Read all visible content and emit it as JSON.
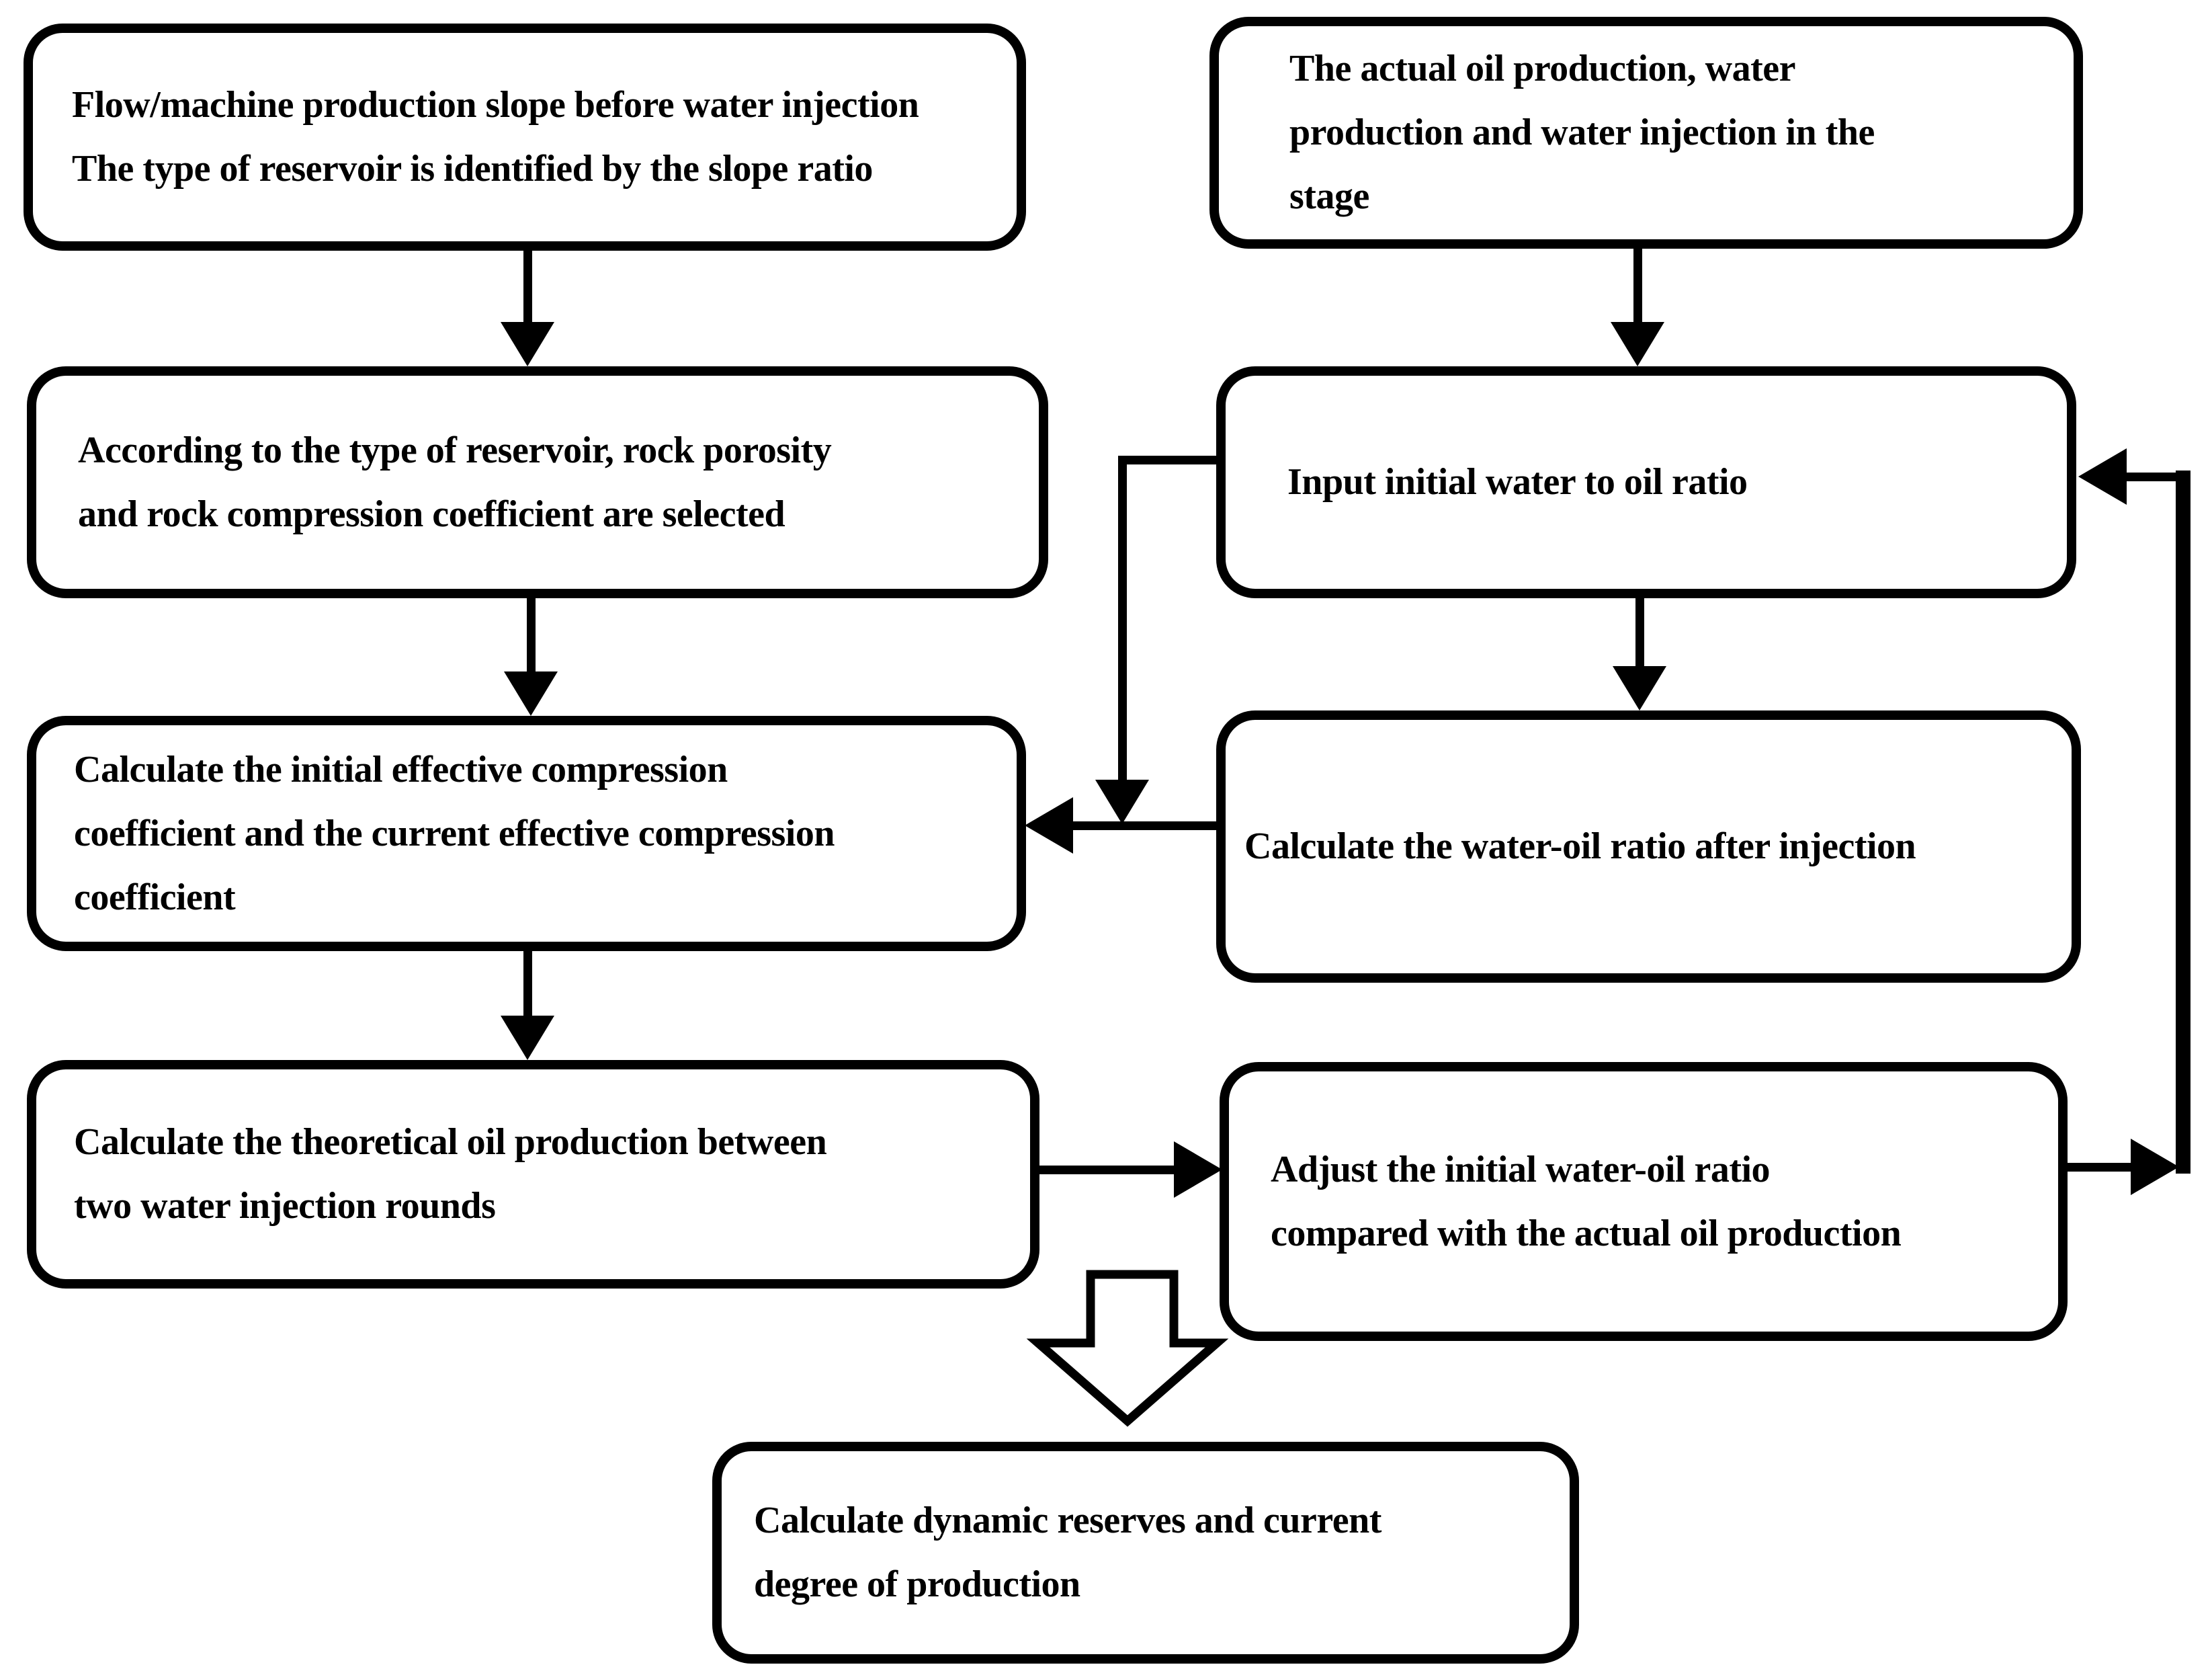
{
  "colors": {
    "background": "#ffffff",
    "line": "#000000",
    "text": "#000000"
  },
  "nodes": [
    {
      "id": "flow-slope",
      "text": "Flow/machine production slope before water injection\nThe type of reservoir is identified by the slope ratio"
    },
    {
      "id": "actual-production",
      "text": "The actual oil production, water\nproduction and water injection in the\nstage"
    },
    {
      "id": "reservoir-type",
      "text": "According to the type of reservoir, rock porosity\nand rock compression coefficient are selected"
    },
    {
      "id": "input-initial-ratio",
      "text": "Input initial water to oil ratio"
    },
    {
      "id": "compression-coefficients",
      "text": "Calculate the initial effective compression\ncoefficient and the current effective compression\ncoefficient"
    },
    {
      "id": "water-oil-after-injection",
      "text": "Calculate the water-oil ratio after injection"
    },
    {
      "id": "theoretical-production",
      "text": "Calculate the theoretical oil production between\ntwo water injection rounds"
    },
    {
      "id": "adjust-ratio",
      "text": "Adjust the initial water-oil ratio\ncompared with the actual oil production"
    },
    {
      "id": "dynamic-reserves",
      "text": "Calculate dynamic reserves and current\ndegree of production"
    }
  ],
  "connections": [
    {
      "from": "flow-slope",
      "to": "reservoir-type",
      "style": "solid-arrow"
    },
    {
      "from": "actual-production",
      "to": "input-initial-ratio",
      "style": "solid-arrow"
    },
    {
      "from": "reservoir-type",
      "to": "compression-coefficients",
      "style": "solid-arrow"
    },
    {
      "from": "input-initial-ratio",
      "to": "water-oil-after-injection",
      "style": "solid-arrow"
    },
    {
      "from": "input-initial-ratio",
      "to": "compression-coefficients",
      "style": "solid-arrow"
    },
    {
      "from": "water-oil-after-injection",
      "to": "compression-coefficients",
      "style": "solid-arrow"
    },
    {
      "from": "compression-coefficients",
      "to": "theoretical-production",
      "style": "solid-arrow"
    },
    {
      "from": "theoretical-production",
      "to": "adjust-ratio",
      "style": "solid-arrow"
    },
    {
      "from": "adjust-ratio",
      "to": "input-initial-ratio",
      "style": "feedback-loop-arrow"
    },
    {
      "from": "theoretical-production",
      "to": "dynamic-reserves",
      "style": "hollow-block-arrow"
    }
  ]
}
